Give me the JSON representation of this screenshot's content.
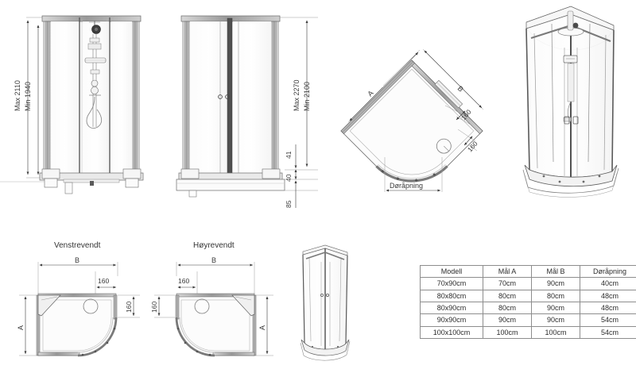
{
  "drawing": {
    "title": "Dusjkabinett teknisk tegning",
    "line_color": "#4a4a4a",
    "dim_color": "#3a3a3a",
    "fill_color": "#f2f2f2"
  },
  "views": {
    "side_elevation": {
      "name": "Side elevation with shower column",
      "height_dim": {
        "max": "Max 2110",
        "min": "Min 1940"
      }
    },
    "front_elevation": {
      "name": "Front elevation with sliding doors",
      "height_dim": {
        "max": "Max 2270",
        "min": "Min 2100"
      },
      "base_dims": [
        "41",
        "40",
        "85"
      ]
    },
    "plan_rotated": {
      "name": "Quadrant plan view rotated 45 degrees",
      "label_a": "A",
      "label_b": "B",
      "offset_1": "160",
      "offset_2": "160",
      "door_opening": "Døråpning"
    },
    "perspective_large": {
      "name": "3D perspective of shower enclosure"
    },
    "perspective_small": {
      "name": "3D perspective small view"
    },
    "plan_left": {
      "title": "Venstrevendt",
      "label_a": "A",
      "label_b": "B",
      "offset_top": "160",
      "offset_side": "160"
    },
    "plan_right": {
      "title": "Høyrevendt",
      "label_a": "A",
      "label_b": "B",
      "offset_top": "160",
      "offset_side": "160"
    }
  },
  "spec_table": {
    "headers": [
      "Modell",
      "Mål A",
      "Mål B",
      "Døråpning"
    ],
    "rows": [
      [
        "70x90cm",
        "70cm",
        "90cm",
        "40cm"
      ],
      [
        "80x80cm",
        "80cm",
        "80cm",
        "48cm"
      ],
      [
        "80x90cm",
        "80cm",
        "90cm",
        "48cm"
      ],
      [
        "90x90cm",
        "90cm",
        "90cm",
        "54cm"
      ],
      [
        "100x100cm",
        "100cm",
        "100cm",
        "54cm"
      ]
    ]
  }
}
